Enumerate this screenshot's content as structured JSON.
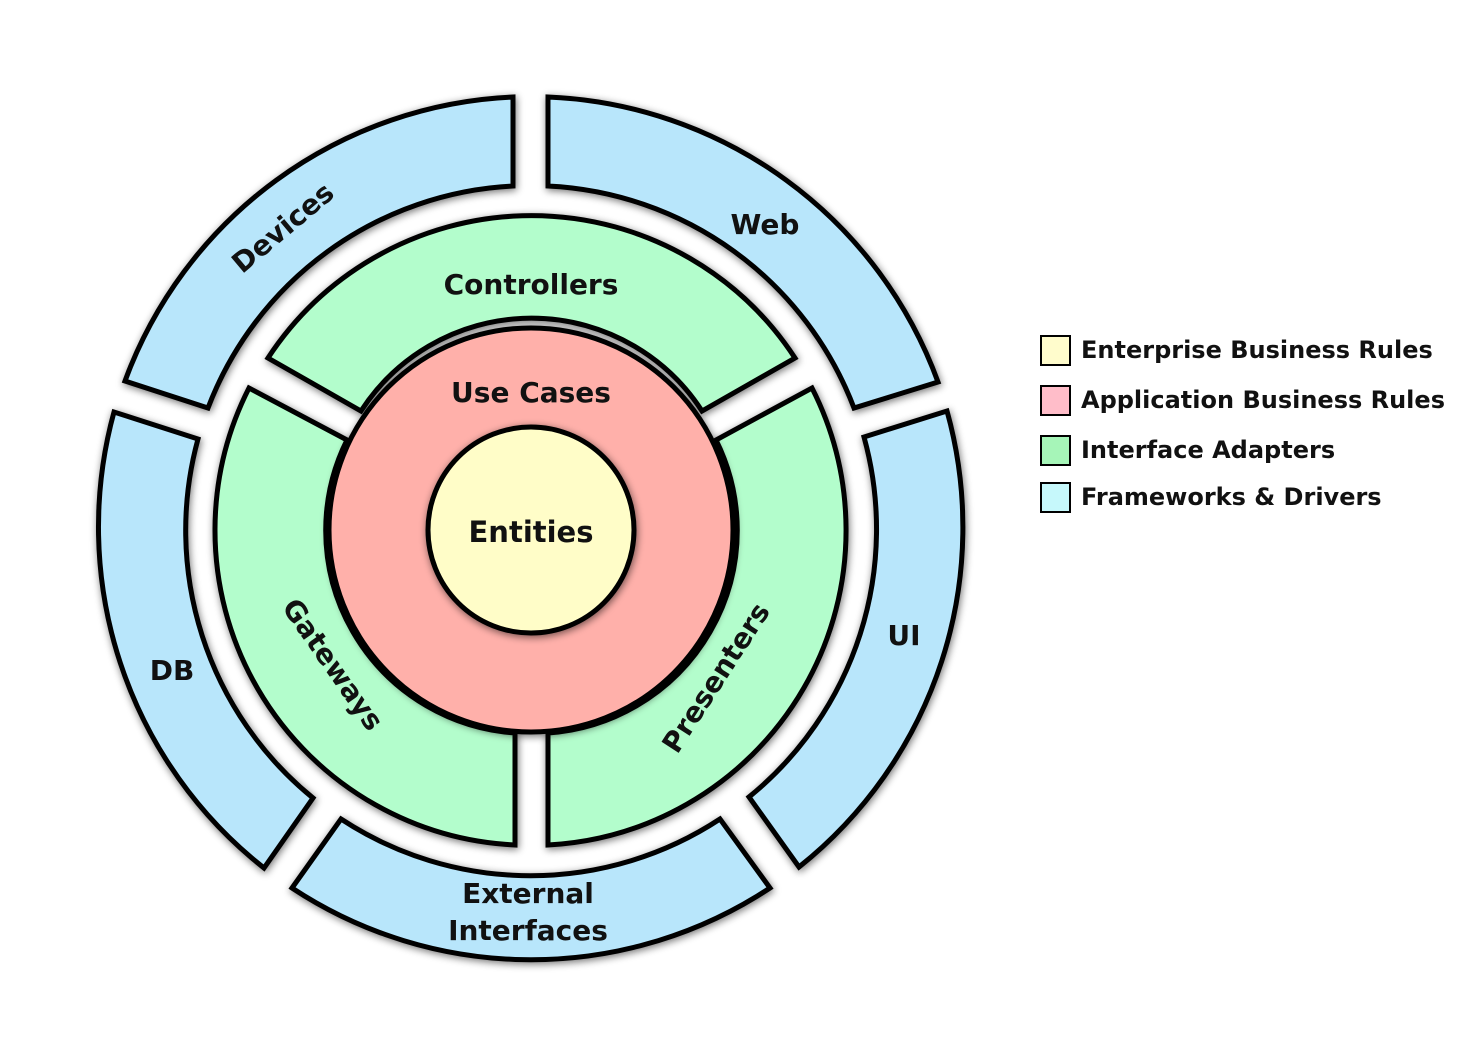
{
  "layers": {
    "entities": "Entities",
    "use_cases": "Use Cases",
    "controllers": "Controllers",
    "gateways": "Gateways",
    "presenters": "Presenters",
    "devices": "Devices",
    "web": "Web",
    "db": "DB",
    "ui": "UI",
    "external_line1": "External",
    "external_line2": "Interfaces"
  },
  "legend": [
    {
      "label": "Enterprise Business Rules",
      "color": "#fffccc"
    },
    {
      "label": "Application Business Rules",
      "color": "#ffbdc9"
    },
    {
      "label": "Interface Adapters",
      "color": "#a6f5b8"
    },
    {
      "label": "Frameworks & Drivers",
      "color": "#c6f8fb"
    }
  ],
  "colors": {
    "entities": "#fffdc8",
    "use_cases": "#ffb0aa",
    "adapters": "#b3fdcc",
    "frameworks": "#b8e6fb",
    "outline": "#000000"
  }
}
